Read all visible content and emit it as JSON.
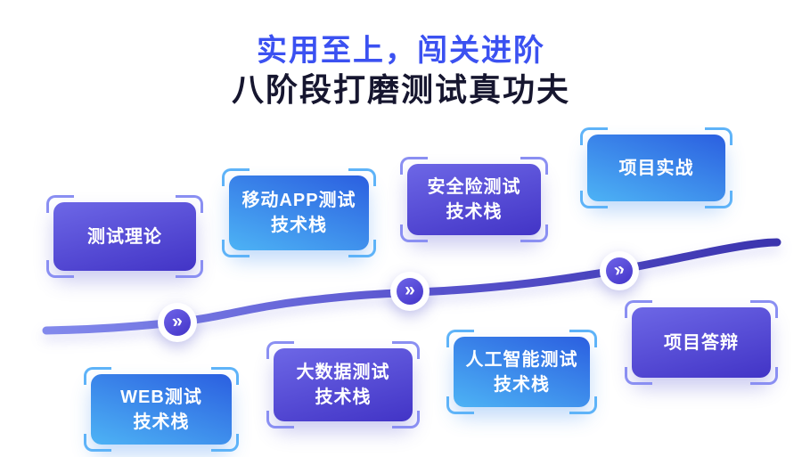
{
  "title": {
    "line1": "实用至上，闯关进阶",
    "line2": "八阶段打磨测试真功夫"
  },
  "stages": [
    {
      "id": "test-theory",
      "line1": "测试理论",
      "line2": "",
      "variant": "purple",
      "row": "top"
    },
    {
      "id": "web-testing",
      "line1": "WEB测试",
      "line2": "技术栈",
      "variant": "blue",
      "row": "bottom"
    },
    {
      "id": "mobile-app-testing",
      "line1": "移动APP测试",
      "line2": "技术栈",
      "variant": "blue",
      "row": "top"
    },
    {
      "id": "big-data-testing",
      "line1": "大数据测试",
      "line2": "技术栈",
      "variant": "purple",
      "row": "bottom"
    },
    {
      "id": "security-testing",
      "line1": "安全险测试",
      "line2": "技术栈",
      "variant": "purple",
      "row": "top"
    },
    {
      "id": "ai-testing",
      "line1": "人工智能测试",
      "line2": "技术栈",
      "variant": "blue",
      "row": "bottom"
    },
    {
      "id": "project-practice",
      "line1": "项目实战",
      "line2": "",
      "variant": "blue",
      "row": "top"
    },
    {
      "id": "project-defense",
      "line1": "项目答辩",
      "line2": "",
      "variant": "purple",
      "row": "bottom"
    }
  ],
  "path": {
    "marker_glyph": "»",
    "marker_count": 3
  },
  "colors": {
    "title_accent": "#3b51f1",
    "title_dark": "#16162f",
    "purple_card_gradient": [
      "#6d67e6",
      "#4234c6"
    ],
    "blue_card_gradient": [
      "#2b5fe0",
      "#4db3f5"
    ],
    "curve_gradient": [
      "#8289ec",
      "#3b34ae"
    ],
    "bracket_purple": "#8a8ff2",
    "bracket_blue": "#5eb3f8",
    "badge_inner_gradient": [
      "#6e64e8",
      "#4334c8"
    ]
  }
}
